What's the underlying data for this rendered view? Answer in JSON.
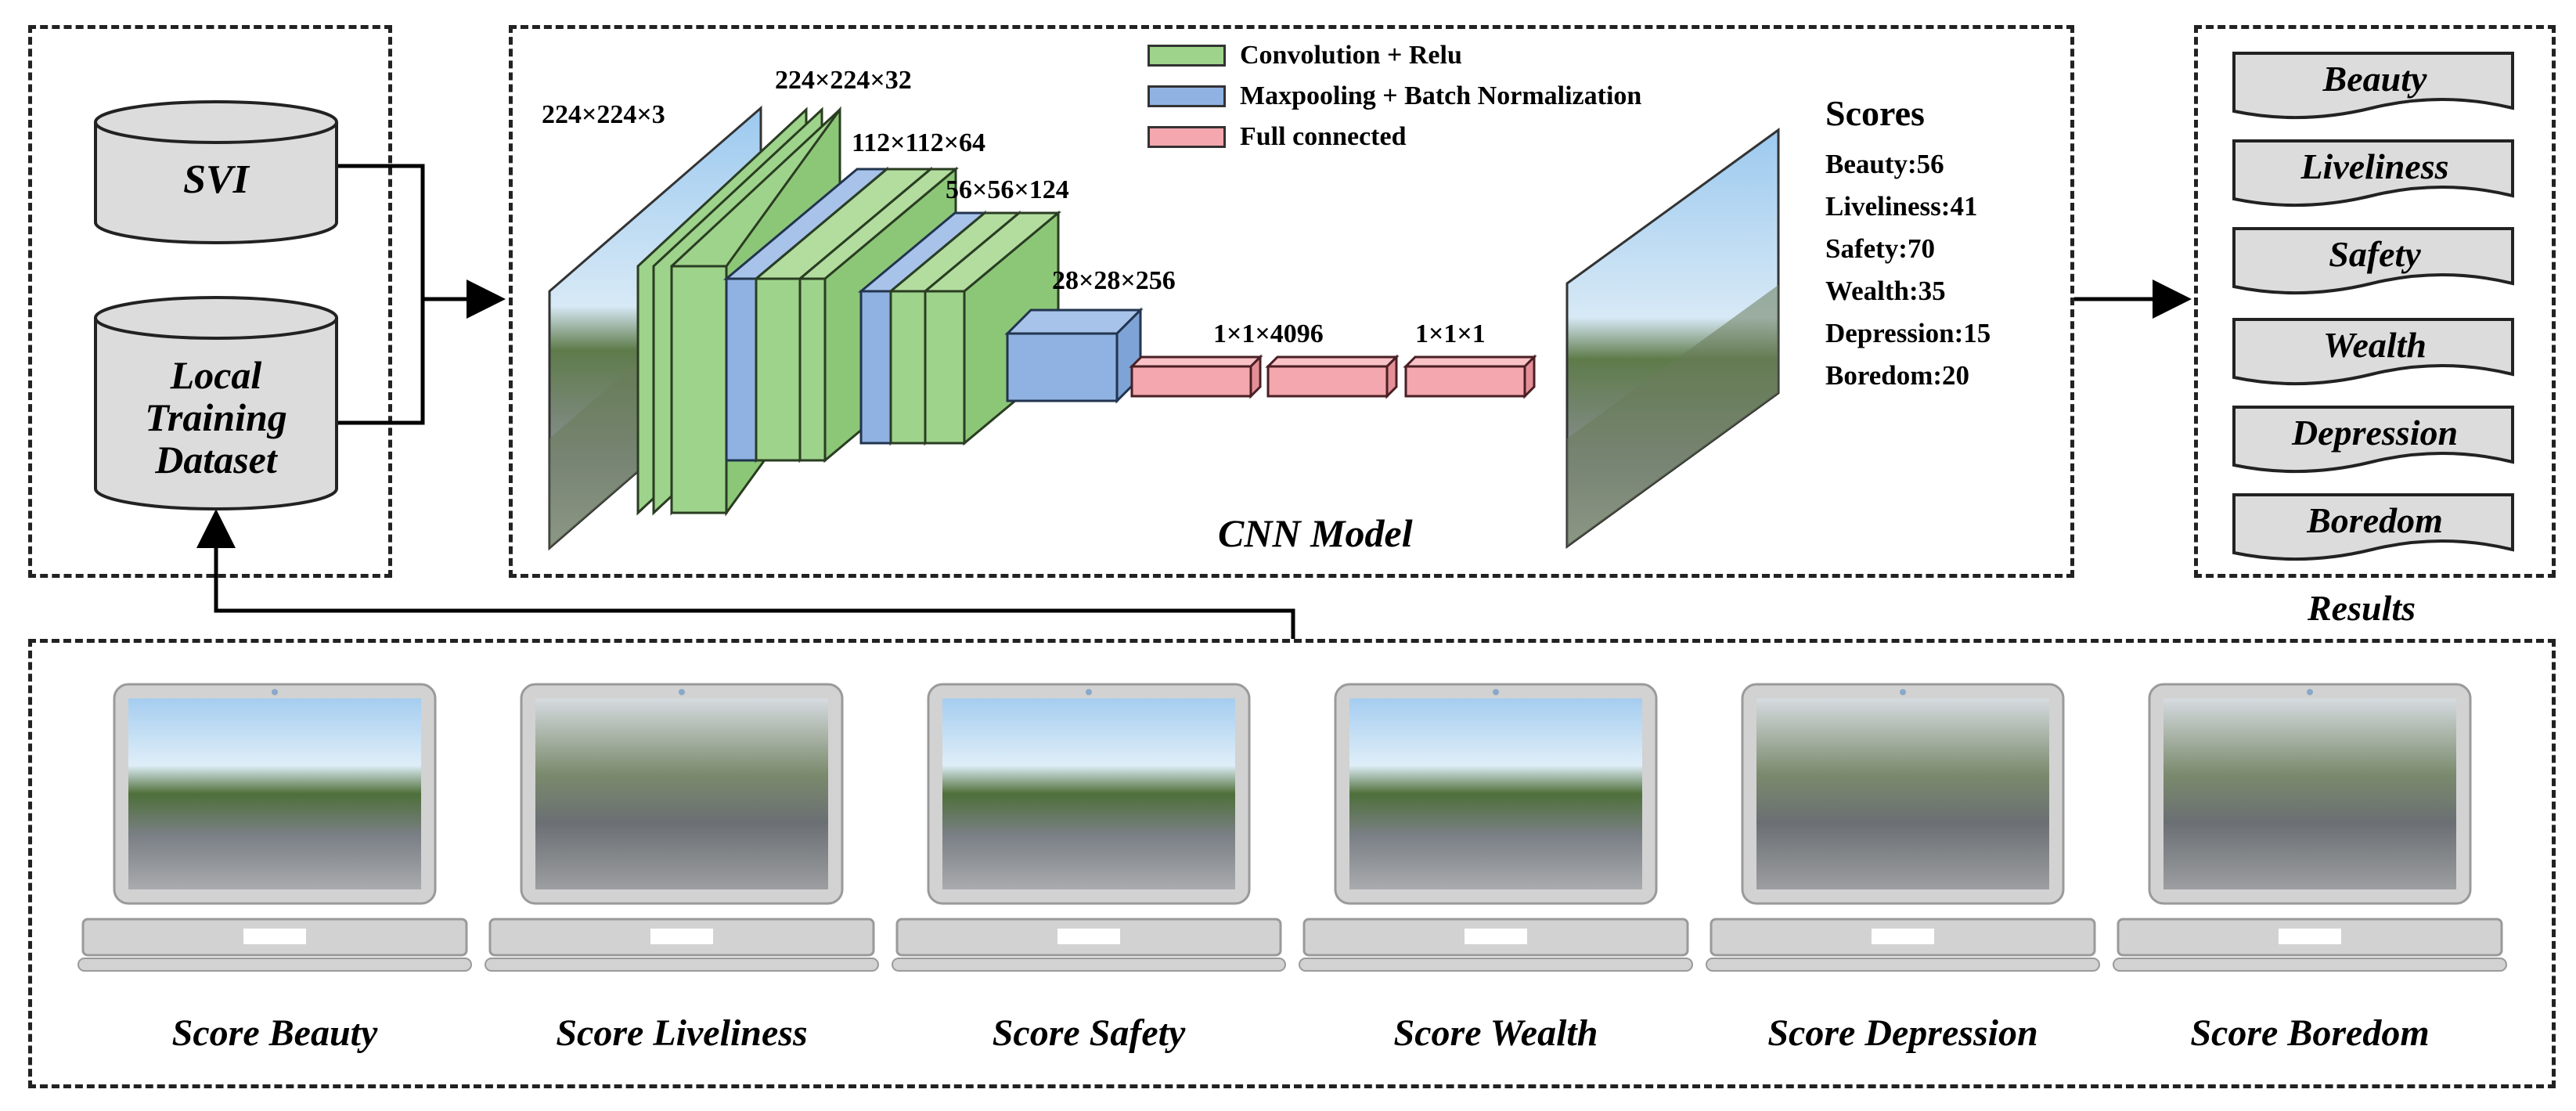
{
  "left_panel": {
    "svi_label": "SVI",
    "training_label_lines": [
      "Local",
      "Training",
      "Dataset"
    ]
  },
  "cnn": {
    "model_label": "CNN Model",
    "legend": [
      {
        "label": "Convolution + Relu",
        "color": "#9ed38b"
      },
      {
        "label": "Maxpooling + Batch Normalization",
        "color": "#8fb2e2"
      },
      {
        "label": "Full connected",
        "color": "#f4a7ae"
      }
    ],
    "dims": [
      "224×224×3",
      "224×224×32",
      "112×112×64",
      "56×56×124",
      "28×28×256",
      "1×1×4096",
      "1×1×1"
    ],
    "scores_title": "Scores",
    "scores": [
      "Beauty:56",
      "Liveliness:41",
      "Safety:70",
      "Wealth:35",
      "Depression:15",
      "Boredom:20"
    ]
  },
  "results": {
    "items": [
      "Beauty",
      "Liveliness",
      "Safety",
      "Wealth",
      "Depression",
      "Boredom"
    ],
    "label": "Results"
  },
  "bottom": {
    "captions": [
      "Score Beauty",
      "Score Liveliness",
      "Score Safety",
      "Score Wealth",
      "Score Depression",
      "Score Boredom"
    ]
  },
  "colors": {
    "conv": "#9ed38b",
    "pool": "#8fb2e2",
    "fc": "#f4a7ae",
    "db": "#dcdcdc",
    "laptop": "#d2d2d2"
  }
}
